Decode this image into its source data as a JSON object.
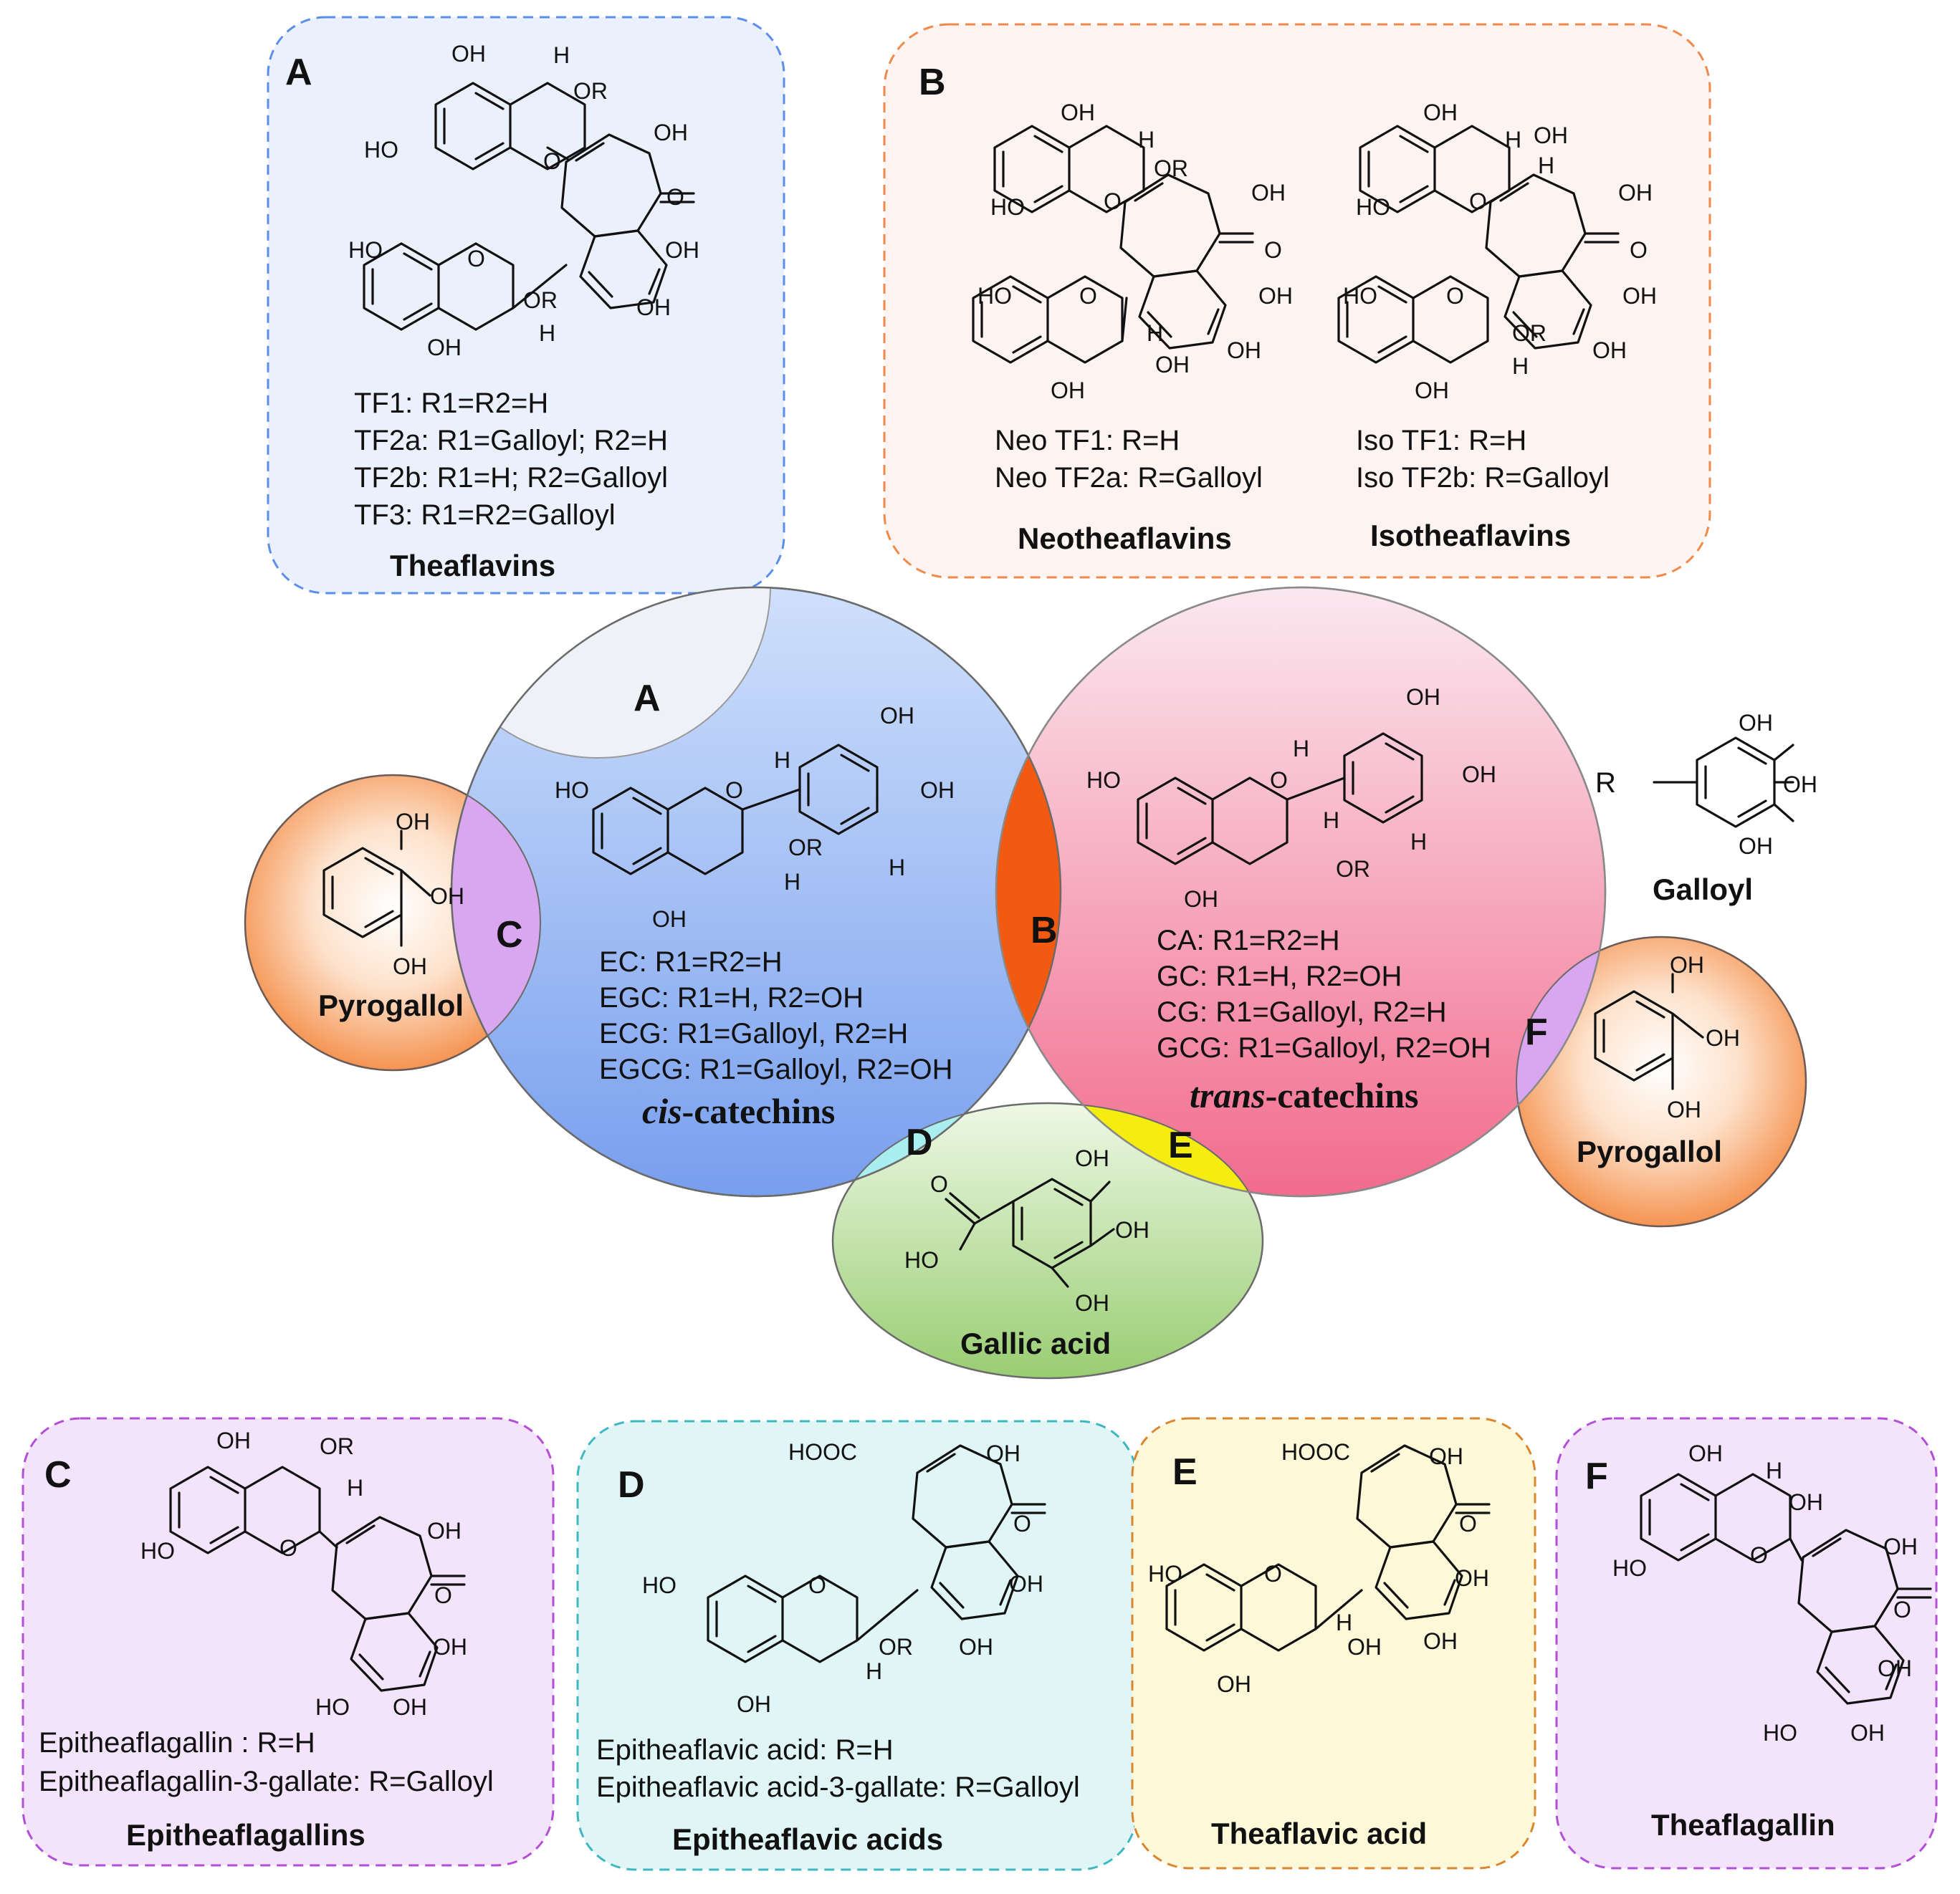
{
  "panel_a": {
    "letter": "A",
    "lines": [
      "TF1: R1=R2=H",
      "TF2a: R1=Galloyl; R2=H",
      "TF2b: R1=H; R2=Galloyl",
      "TF3: R1=R2=Galloyl"
    ],
    "title": "Theaflavins",
    "colors": {
      "fill": "#eaf1fc",
      "border": "#5b8ee8"
    }
  },
  "panel_b": {
    "letter": "B",
    "neo_lines": [
      "Neo TF1: R=H",
      "Neo TF2a: R=Galloyl"
    ],
    "iso_lines": [
      "Iso TF1: R=H",
      "Iso TF2b: R=Galloyl"
    ],
    "neo_title": "Neotheaflavins",
    "iso_title": "Isotheaflavins",
    "colors": {
      "fill": "#fdf3f0",
      "border": "#f08a4b"
    }
  },
  "panel_c": {
    "letter": "C",
    "lines": [
      "Epitheaflagallin : R=H",
      "Epitheaflagallin-3-gallate: R=Galloyl"
    ],
    "title": "Epitheaflagallins",
    "colors": {
      "fill": "#f4e4fb",
      "border": "#b24fd6"
    }
  },
  "panel_d": {
    "letter": "D",
    "lines": [
      "Epitheaflavic acid: R=H",
      "Epitheaflavic acid-3-gallate: R=Galloyl"
    ],
    "title": "Epitheaflavic acids",
    "colors": {
      "fill": "#e0f6f6",
      "border": "#3fb7bf"
    }
  },
  "panel_e": {
    "letter": "E",
    "title": "Theaflavic acid",
    "colors": {
      "fill": "#fdf8d8",
      "border": "#d9862f"
    }
  },
  "panel_f": {
    "letter": "F",
    "title": "Theaflagallin",
    "colors": {
      "fill": "#f4e4fb",
      "border": "#b24fd6"
    }
  },
  "cis": {
    "lines": [
      "EC:   R1=R2=H",
      "EGC: R1=H, R2=OH",
      "ECG: R1=Galloyl, R2=H",
      "EGCG: R1=Galloyl, R2=OH"
    ],
    "title_em": "cis",
    "title_rest": "-catechins",
    "colors": {
      "top": "#c6dbfb",
      "bottom": "#7fa6ef"
    }
  },
  "trans": {
    "lines": [
      "CA: R1=R2=H",
      "GC: R1=H, R2=OH",
      "CG: R1=Galloyl, R2=H",
      "GCG: R1=Galloyl, R2=OH"
    ],
    "title_em": "trans",
    "title_rest": "-catechins",
    "colors": {
      "top": "#fbe4ee",
      "bottom": "#f36f8f"
    }
  },
  "pyrogallol_left": {
    "title": "Pyrogallol",
    "colors": {
      "fill": "#f59a4f"
    }
  },
  "pyrogallol_right": {
    "title": "Pyrogallol",
    "colors": {
      "fill": "#f59a4f"
    }
  },
  "gallic_acid": {
    "title": "Gallic acid",
    "colors": {
      "top": "#eaf6e0",
      "bottom": "#9fd07a"
    }
  },
  "galloyl": {
    "title": "Galloyl",
    "r_label": "R"
  },
  "overlaps": {
    "A": "A",
    "B": "B",
    "C": "C",
    "D": "D",
    "E": "E",
    "F": "F",
    "colors": {
      "B": "#f25a12",
      "C": "#d9a7ef",
      "D": "#a9eef0",
      "E": "#f5ec10",
      "F": "#d9a7ef"
    }
  },
  "chem_labels": {
    "oh": "OH",
    "ho": "HO",
    "o": "O",
    "h": "H",
    "or": "OR",
    "cooh": "HOOC",
    "acid_ho": "HO"
  }
}
